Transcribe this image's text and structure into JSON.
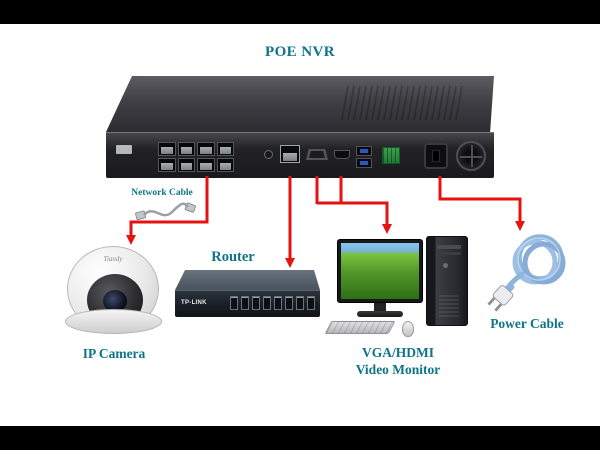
{
  "diagram": {
    "title": "POE NVR",
    "labels": {
      "network_cable": "Network Cable",
      "router": "Router",
      "ip_camera": "IP Camera",
      "monitor_line1": "VGA/HDMI",
      "monitor_line2": "Video Monitor",
      "power_cable": "Power Cable"
    },
    "devices": {
      "camera_brand": "Tiandy",
      "router_brand": "TP-LINK"
    },
    "colors": {
      "label": "#0e7488",
      "arrow": "#e51212"
    }
  }
}
